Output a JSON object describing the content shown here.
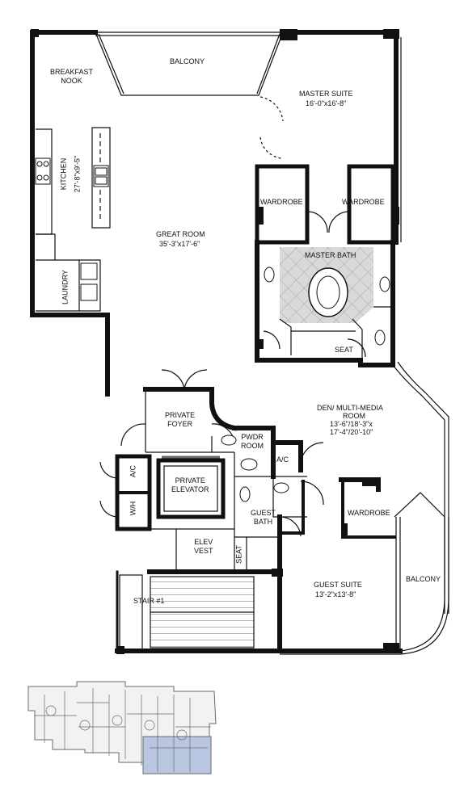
{
  "rooms": {
    "balcony_top": "BALCONY",
    "breakfast_nook": "BREAKFAST\nNOOK",
    "master_suite": "MASTER SUITE",
    "master_suite_dim": "16'-0\"x16'-8\"",
    "kitchen": "KITCHEN",
    "kitchen_dim": "27'-8\"x9'-5\"",
    "wardrobe_left": "WARDROBE",
    "wardrobe_right": "WARDROBE",
    "great_room": "GREAT ROOM",
    "great_room_dim": "35'-3\"x17'-6\"",
    "master_bath": "MASTER BATH",
    "laundry": "LAUNDRY",
    "seat_master": "SEAT",
    "den": "DEN/ MULTI-MEDIA",
    "den_room": "ROOM",
    "den_dim1": "13'-6\"/18'-3\"x",
    "den_dim2": "17'-4\"/20'-10\"",
    "private_foyer": "PRIVATE\nFOYER",
    "pwdr": "PWDR\nROOM",
    "ac_left": "A/C",
    "ac_right": "A/C",
    "private_elevator": "PRIVATE\nELEVATOR",
    "wh": "W/H",
    "guest_bath": "GUEST\nBATH",
    "wardrobe_guest": "WARDROBE",
    "elev_vest": "ELEV\nVEST",
    "seat_guest": "SEAT",
    "balcony_right": "BALCONY",
    "guest_suite": "GUEST SUITE",
    "guest_suite_dim": "13'-2\"x13'-8\"",
    "stair": "STAIR #1"
  },
  "colors": {
    "wall": "#111111",
    "floor_tile": "#d8d8d8",
    "tile_line": "#9a9a9a",
    "key_highlight": "#b9c6e2",
    "key_line": "#6a6a6a"
  }
}
